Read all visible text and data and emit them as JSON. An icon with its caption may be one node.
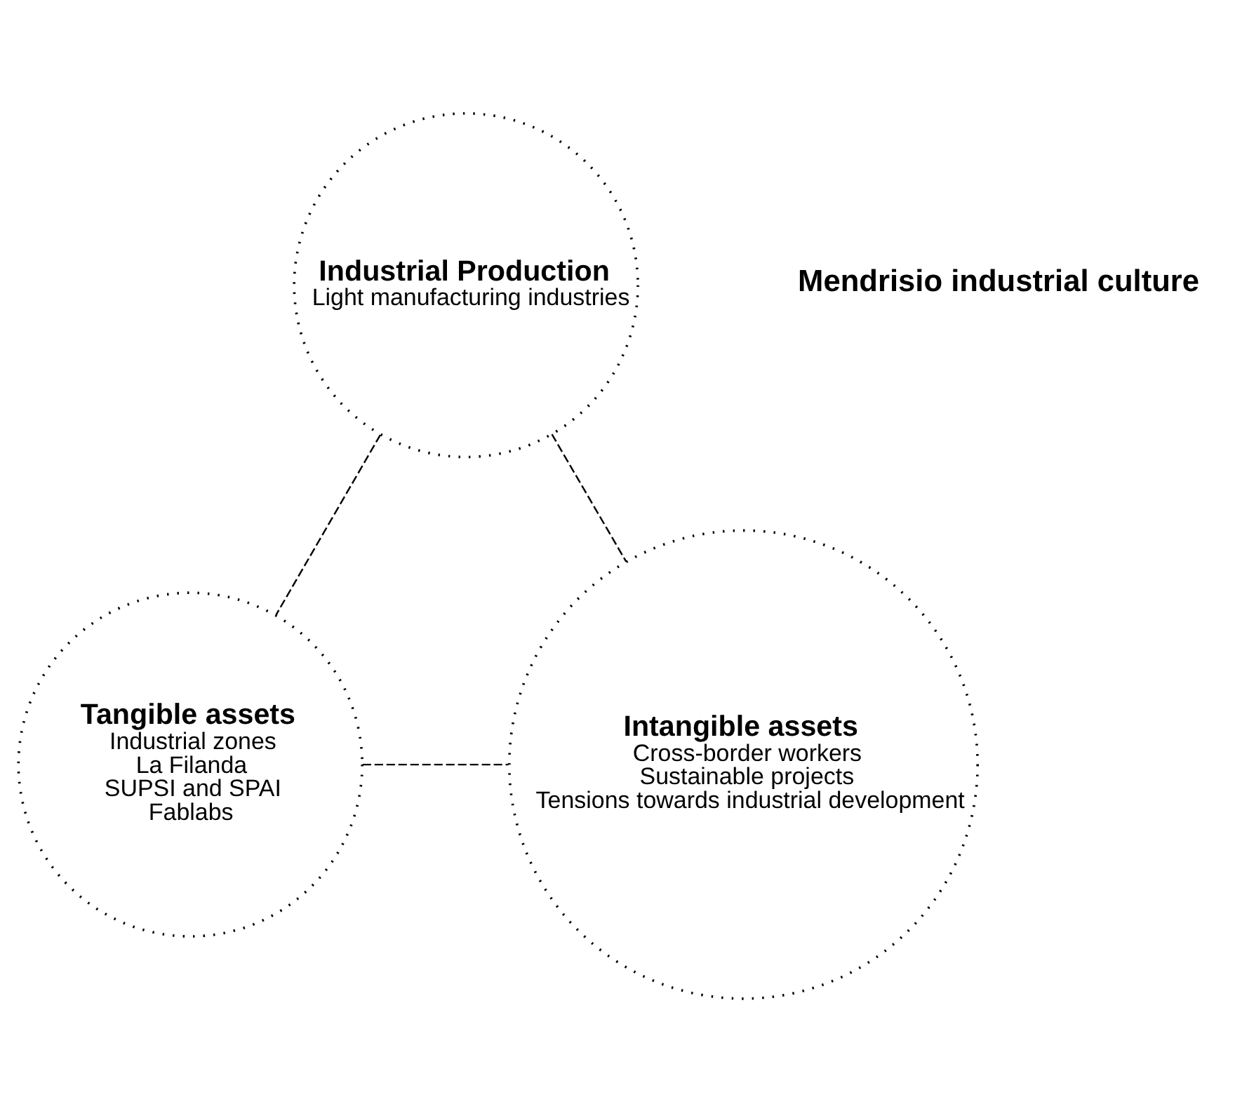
{
  "diagram": {
    "nodes": [
      {
        "text": [
          "Industrial Production",
          "Light manufacturing industries"
        ]
      },
      {
        "text": [
          "Tangible assets",
          "Industrial zones",
          "La Filanda",
          "SUPSI and SPAI",
          "Fablabs"
        ]
      },
      {
        "text": [
          "Intangible assets",
          "Cross-border workers",
          "Sustainable projects",
          "Tensions towards industrial development"
        ]
      }
    ],
    "edges": [
      {
        "from": 0,
        "to": 1,
        "arrow": "none",
        "style": "dashed"
      },
      {
        "from": 0,
        "to": 2,
        "arrow": "none",
        "style": "dashed"
      },
      {
        "from": 1,
        "to": 2,
        "arrow": "none",
        "style": "dashed"
      }
    ],
    "labels": [
      "Mendrisio industrial culture"
    ]
  }
}
